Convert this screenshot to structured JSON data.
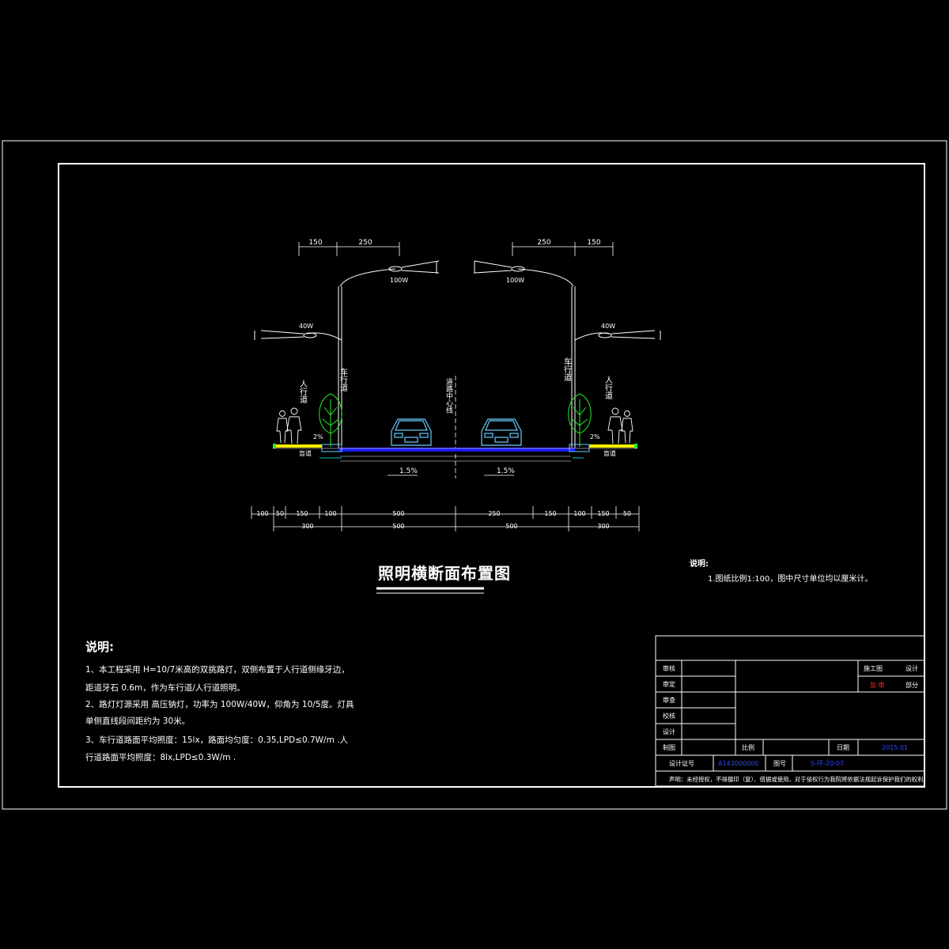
{
  "drawing": {
    "title": "照明横断面布置图",
    "top_dims_left": [
      "150",
      "250"
    ],
    "top_dims_right": [
      "250",
      "150"
    ],
    "lamp_high_power": "100W",
    "lamp_low_power": "40W",
    "left_lane_label": "车行道",
    "right_lane_label": "车行道",
    "left_sidewalk_label": "人行道",
    "right_sidewalk_label": "人行道",
    "centerline_label": "道路中心线",
    "pct_left": "2%",
    "pct_right": "2%",
    "blind_left": "盲道",
    "blind_right": "盲道",
    "slope_left": "1.5%",
    "slope_right": "1.5%",
    "bottom_dims_row1": [
      "100",
      "50",
      "150",
      "100",
      "500",
      "250",
      "150",
      "100",
      "150",
      "50"
    ],
    "bottom_dims_row2": [
      "300",
      "500",
      "500",
      "300"
    ],
    "scale_note_title": "说明:",
    "scale_note_text": "1.图纸比例1:100，图中尺寸单位均以厘米计。"
  },
  "notes": {
    "title": "说明:",
    "lines": [
      "1、本工程采用 H=10/7米高的双挑路灯，双侧布置于人行道侧缘牙边，",
      "距道牙石 0.6m，作为车行道/人行道照明。",
      "2、路灯灯源采用 高压钠灯，功率为 100W/40W，仰角为 10/5度。灯具",
      "单侧直线段间距约为 30米。",
      "3、车行道路面平均照度：15lx，路面均匀度：0.35,LPD≤0.7W/m .人",
      "行道路面平均照度：8lx,LPD≤0.3W/m ."
    ]
  },
  "title_block": {
    "labels": [
      "审核",
      "审定",
      "审查",
      "校核",
      "设计",
      "制图"
    ],
    "stage_label": "施工图",
    "design_label": "设计",
    "red_text": "监 审",
    "part_label": "部分",
    "scale_label": "比例",
    "date_label": "日期",
    "date_value": "2015.01",
    "cert_label": "设计证号",
    "cert_value": "A143000000",
    "drawing_no_label": "图号",
    "drawing_no_value": "S-环-20-07",
    "disclaimer": "声明：未经授权，不得擅印（复）、借据或使用，对于侵权行为我院将依据法规起诉保护我们的权利。"
  },
  "colors": {
    "background": "#000000",
    "line": "#ffffff",
    "road": "#1a1aff",
    "sidewalk": "#ffee00",
    "tree": "#22ee22",
    "car": "#66ccff",
    "cyan_text": "#00ffff",
    "red_text": "#ff2020",
    "blue_text": "#3344ff"
  }
}
